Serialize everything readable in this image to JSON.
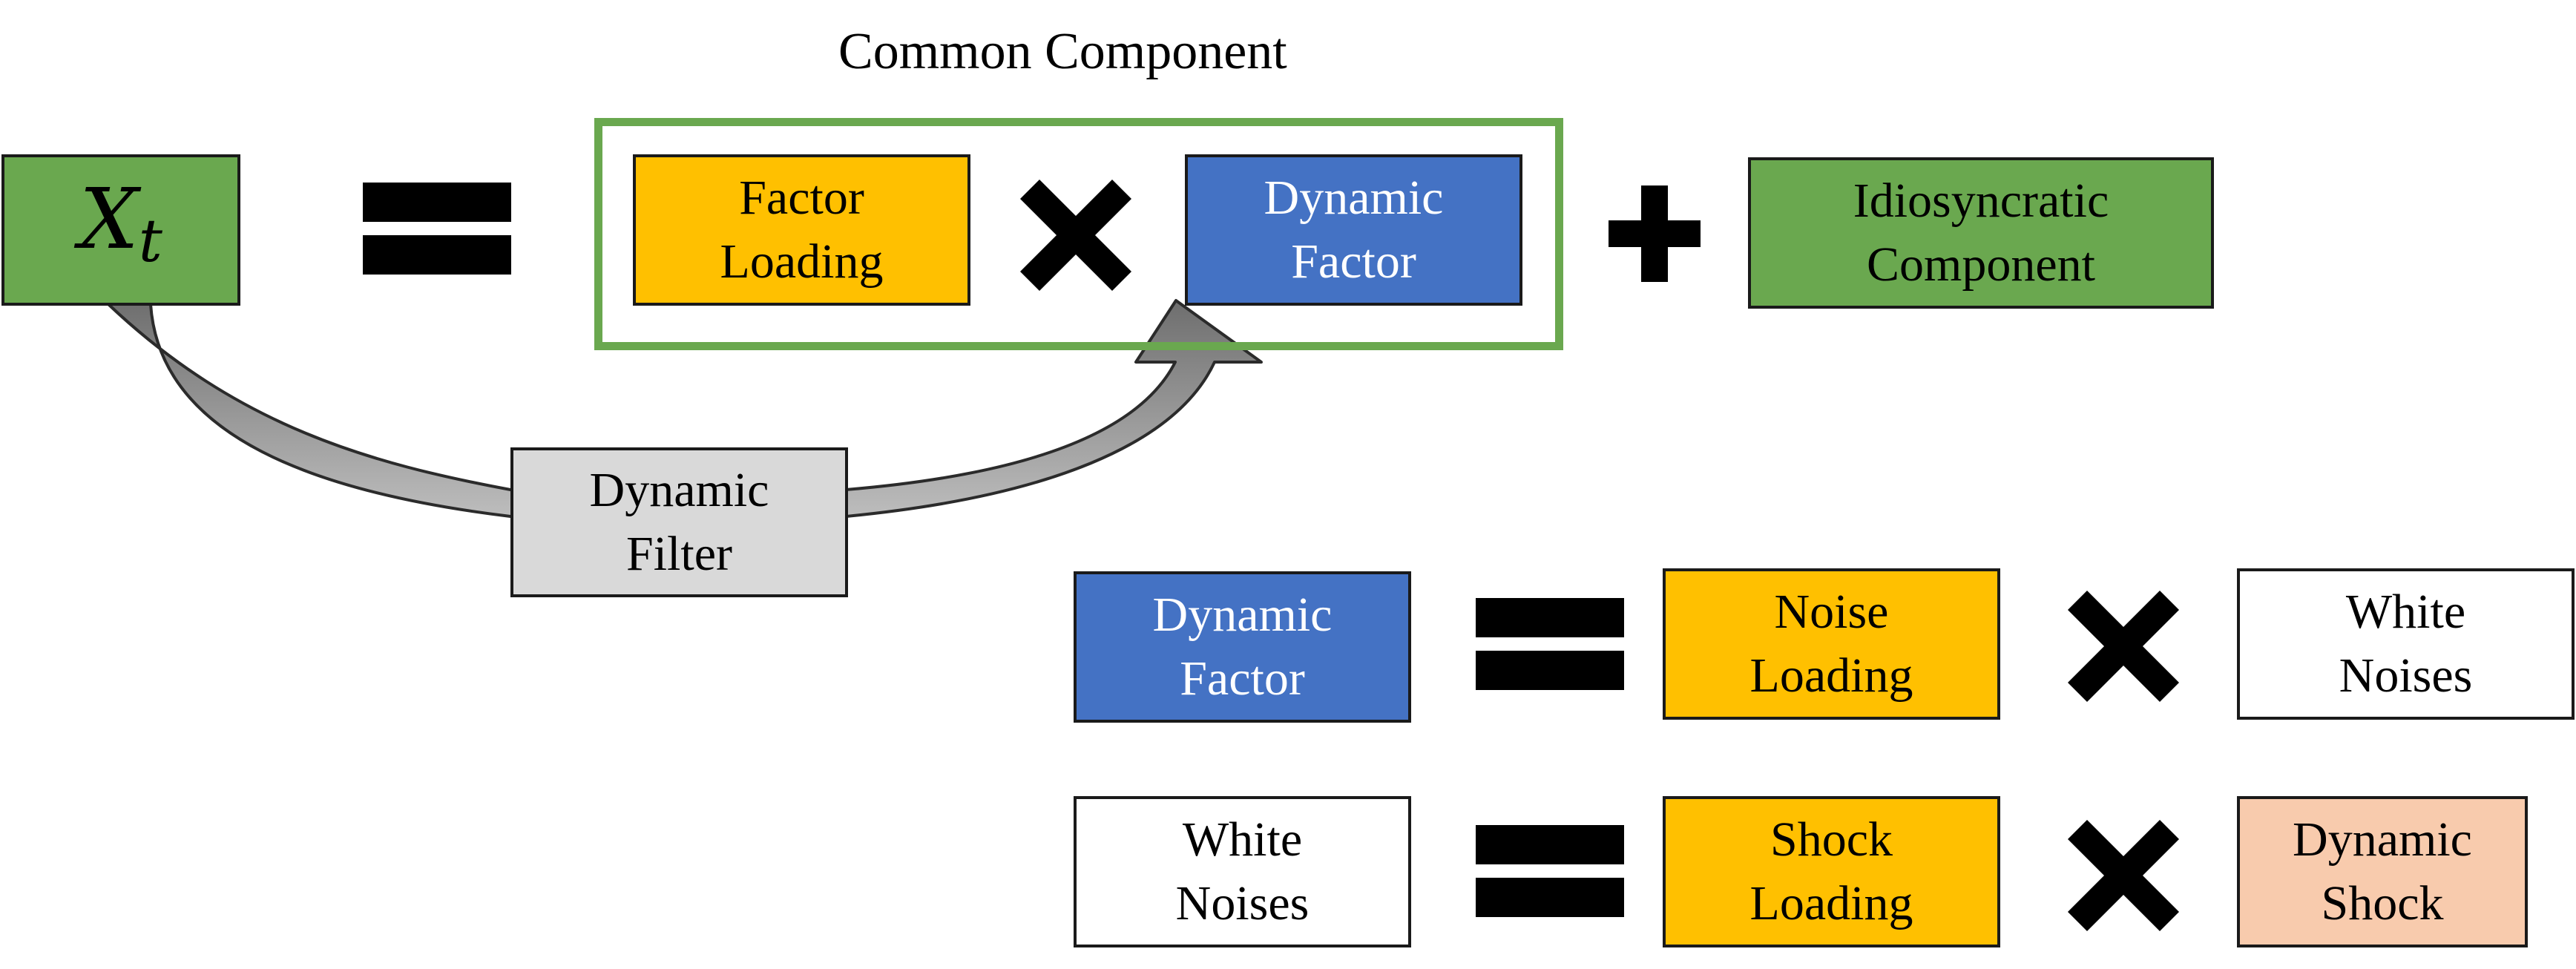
{
  "colors": {
    "green": "#6aa84f",
    "yellow": "#ffc000",
    "blue": "#4472c4",
    "gray": "#d9d9d9",
    "white": "#ffffff",
    "peach": "#f8cbad",
    "arrow": "#a6a6a6"
  },
  "top_equation": {
    "lhs": {
      "symbol": "X",
      "subscript": "t"
    },
    "common_component_label": "Common Component",
    "factor_loading": {
      "line1": "Factor",
      "line2": "Loading"
    },
    "dynamic_factor": {
      "line1": "Dynamic",
      "line2": "Factor"
    },
    "idiosyncratic": {
      "line1": "Idiosyncratic",
      "line2": "Component"
    }
  },
  "filter": {
    "line1": "Dynamic",
    "line2": "Filter"
  },
  "equation_2": {
    "lhs": {
      "line1": "Dynamic",
      "line2": "Factor"
    },
    "term1": {
      "line1": "Noise",
      "line2": "Loading"
    },
    "term2": {
      "line1": "White",
      "line2": "Noises"
    }
  },
  "equation_3": {
    "lhs": {
      "line1": "White",
      "line2": "Noises"
    },
    "term1": {
      "line1": "Shock",
      "line2": "Loading"
    },
    "term2": {
      "line1": "Dynamic",
      "line2": "Shock"
    }
  },
  "operators": {
    "equals": "equals-icon",
    "times": "multiply-icon",
    "plus": "plus-icon"
  }
}
